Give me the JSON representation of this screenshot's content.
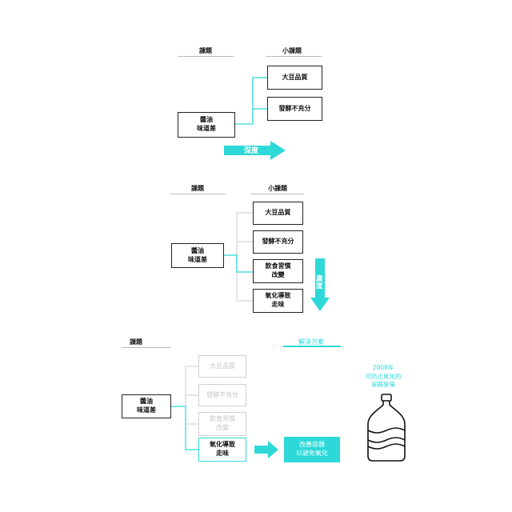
{
  "colors": {
    "accent": "#2ed8d8",
    "faded": "#cfcfcf",
    "text": "#111111"
  },
  "section1": {
    "header_topic": "課題",
    "header_subtopic": "小課題",
    "root": "醬油\n味道差",
    "children": [
      "大豆品質",
      "發酵不充分"
    ],
    "arrow_label": "深度"
  },
  "section2": {
    "header_topic": "課題",
    "header_subtopic": "小課題",
    "root": "醬油\n味道差",
    "children": [
      "大豆品質",
      "發酵不充分",
      "飲食習慣\n改變",
      "氧化導致\n走味"
    ],
    "arrow_label": "廣度"
  },
  "section3": {
    "header_topic": "課題",
    "header_solution": "解決方案",
    "root": "醬油\n味道差",
    "children": [
      "大豆品質",
      "發酵不充分",
      "飲食習慣\n改變",
      "氧化導致\n走味"
    ],
    "solution": "改善容器\n以避免氧化",
    "note": "2009年\n可防止氧化的\n容器登場",
    "icon": "bottle-icon"
  }
}
